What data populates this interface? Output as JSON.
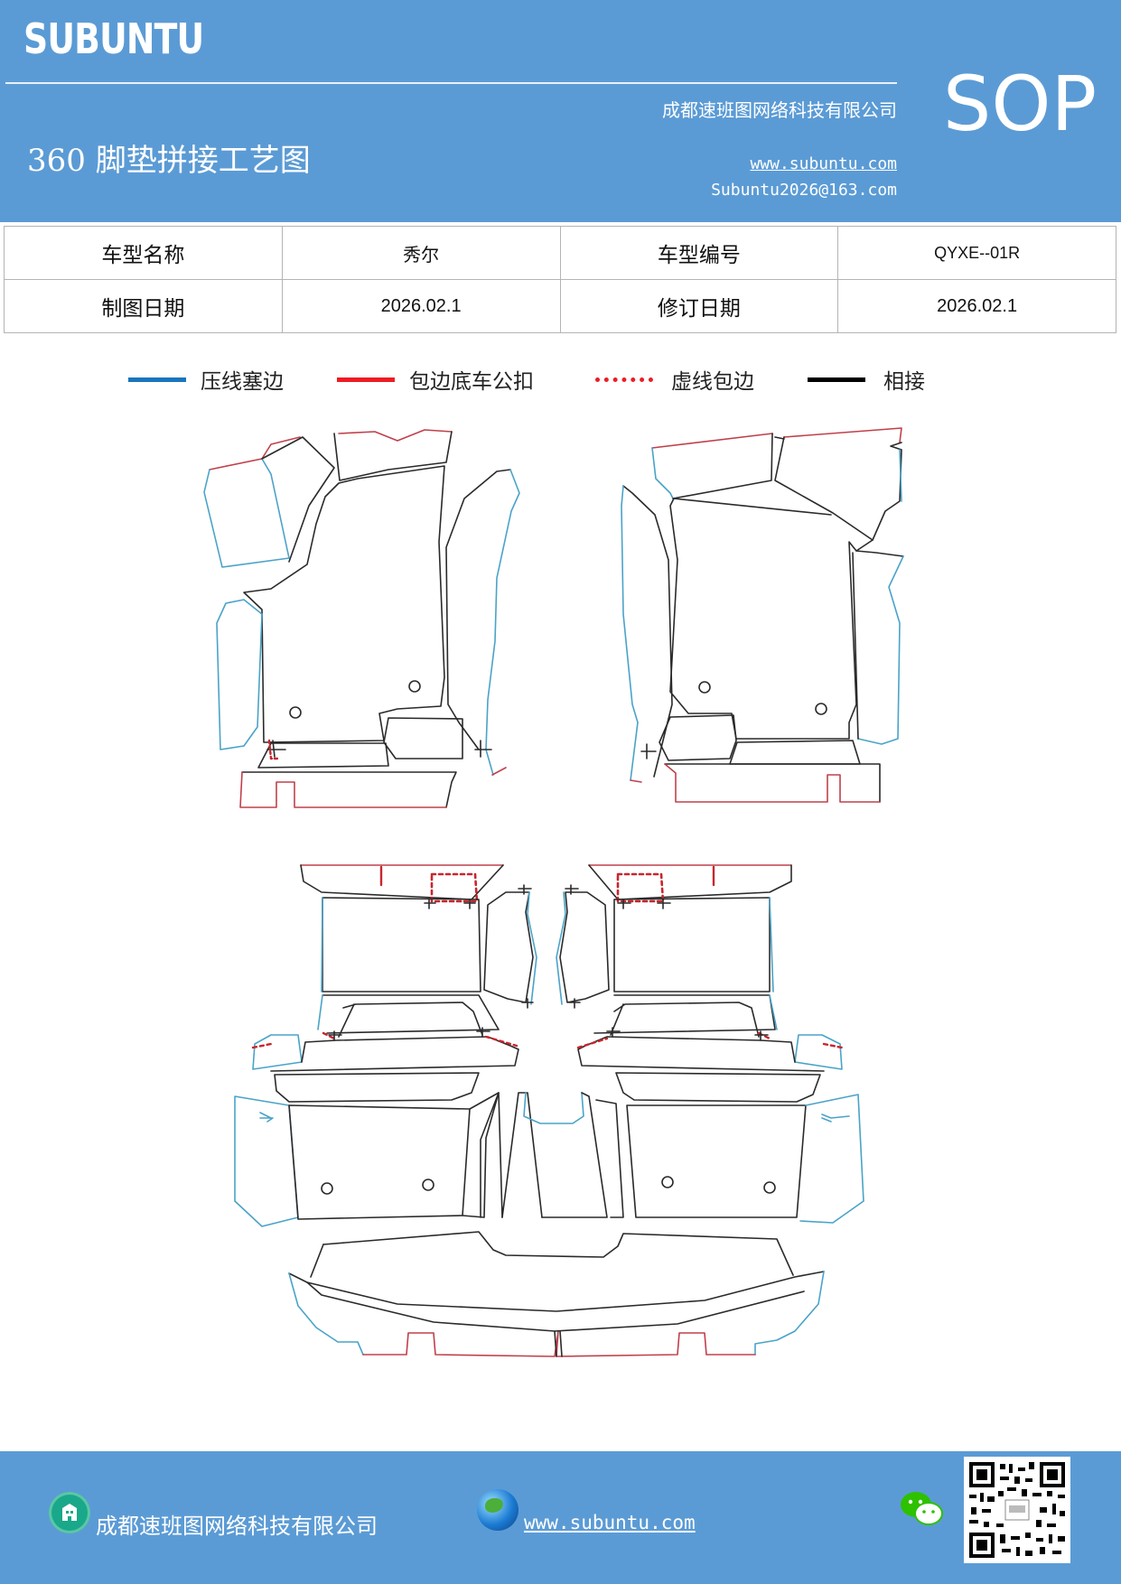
{
  "header": {
    "logo": "SUBUNTU",
    "company": "成都速班图网络科技有限公司",
    "title": "360 脚垫拼接工艺图",
    "website": "www.subuntu.com",
    "email": "Subuntu2026@163.com",
    "badge": "SOP"
  },
  "info": {
    "model_name_label": "车型名称",
    "model_name_value": "秀尔",
    "model_code_label": "车型编号",
    "model_code_value": "QYXE--01R",
    "draw_date_label": "制图日期",
    "draw_date_value": "2026.02.1",
    "revise_date_label": "修订日期",
    "revise_date_value": "2026.02.1"
  },
  "legend": [
    {
      "label": "压线塞边",
      "color": "#1a75bc",
      "style": "solid"
    },
    {
      "label": "包边底车公扣",
      "color": "#ee1c24",
      "style": "solid"
    },
    {
      "label": "虚线包边",
      "color": "#ee1c24",
      "style": "dotted"
    },
    {
      "label": "相接",
      "color": "#000000",
      "style": "solid"
    }
  ],
  "diagram": {
    "colors": {
      "blue": "#4aa3c8",
      "red": "#c0404b",
      "black": "#2a2a2a",
      "dash": "#c8262e"
    }
  },
  "footer": {
    "company": "成都速班图网络科技有限公司",
    "website": "www.subuntu.com "
  }
}
